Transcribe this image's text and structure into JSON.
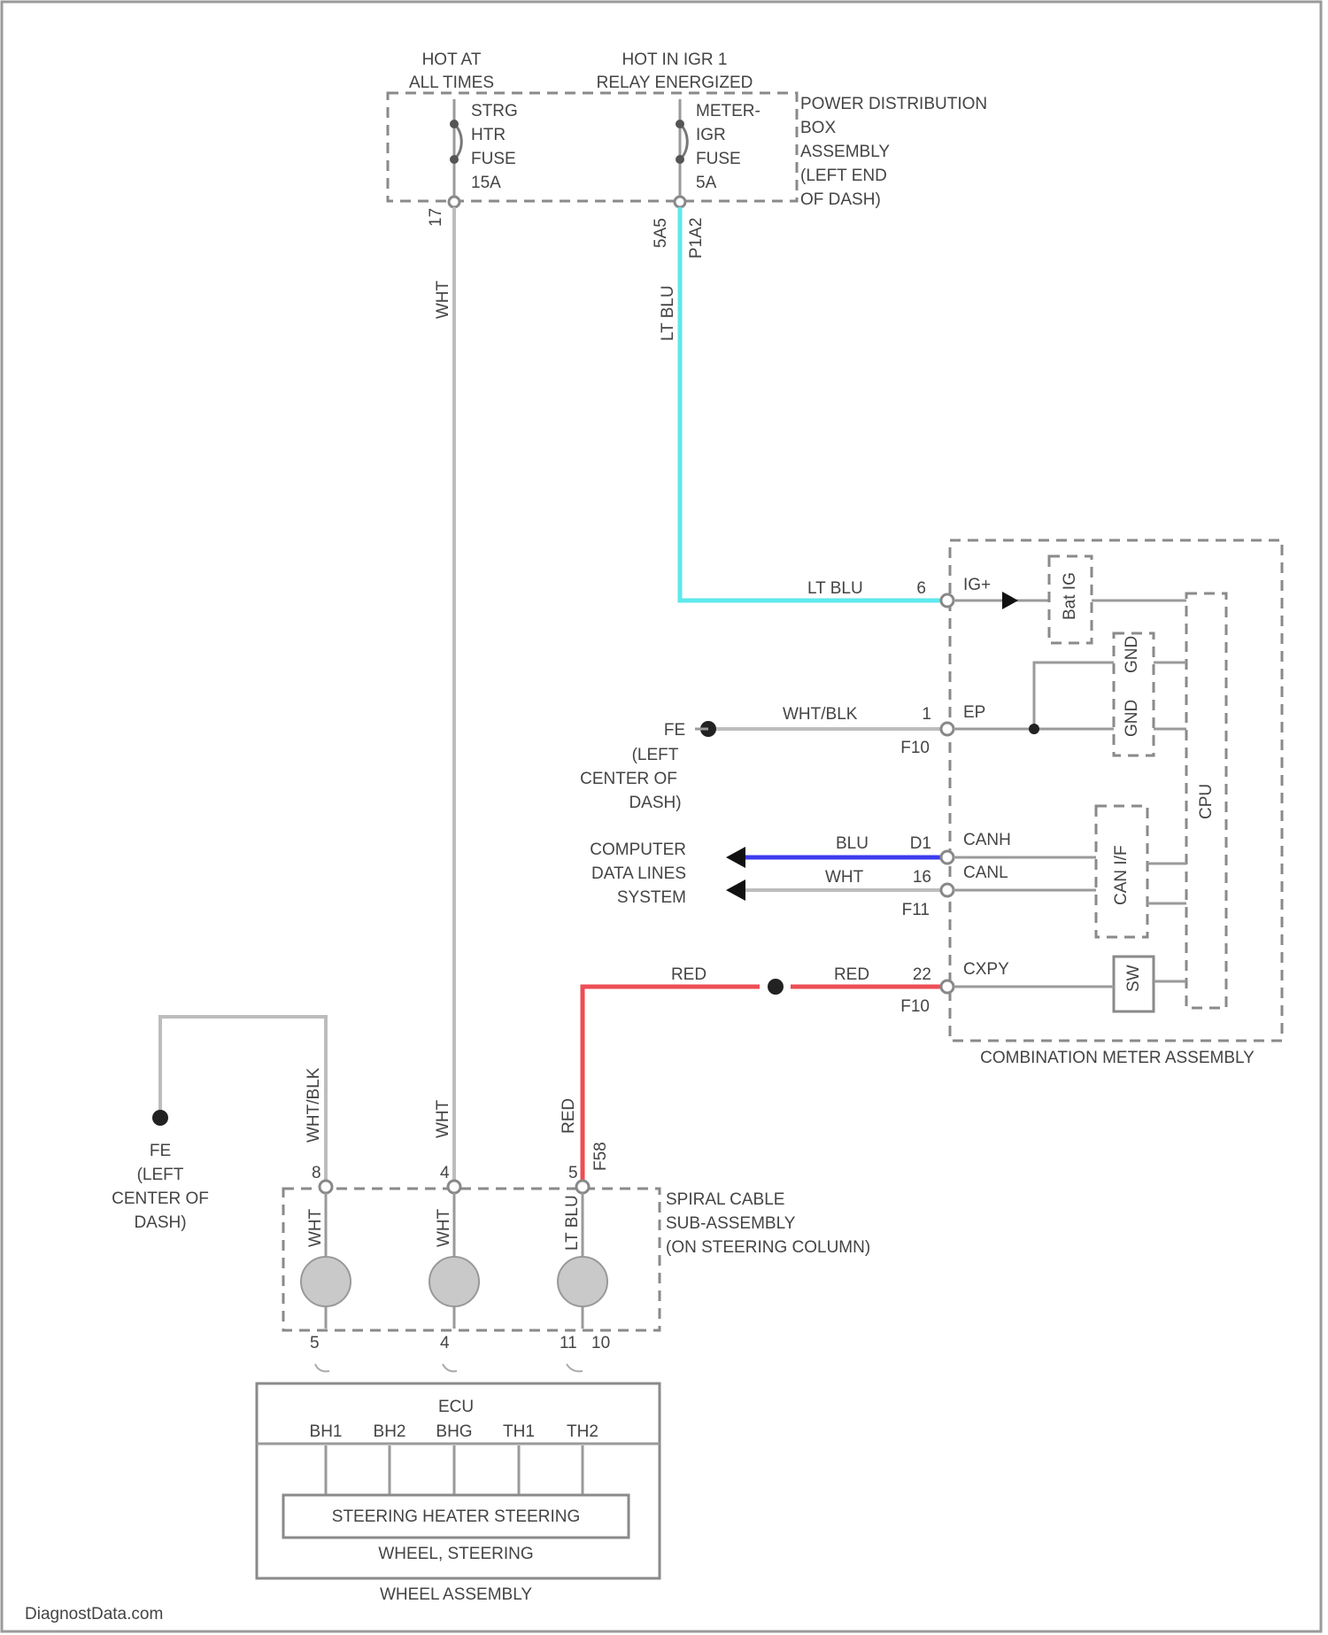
{
  "fuse_box": {
    "hot_at_all_times": [
      "HOT AT",
      "ALL TIMES"
    ],
    "hot_in_igr": [
      "HOT IN IGR 1",
      "RELAY ENERGIZED"
    ],
    "fuse1": [
      "STRG",
      "HTR",
      "FUSE",
      "15A"
    ],
    "fuse2": [
      "METER-",
      "IGR",
      "FUSE",
      "5A"
    ],
    "label": [
      "POWER DISTRIBUTION",
      "BOX",
      "ASSEMBLY",
      "(LEFT END",
      "OF DASH)"
    ],
    "pin1": "17",
    "pin2": "5A5",
    "connector2": "P1A2"
  },
  "wires": {
    "wht": "WHT",
    "lt_blu": "LT BLU",
    "wht_blk": "WHT/BLK",
    "blu": "BLU",
    "red": "RED"
  },
  "meter": {
    "pins": {
      "ig": "6",
      "ep": "1",
      "canh": "D1",
      "canl": "16",
      "cxpy": "22"
    },
    "terminals": [
      "IG+",
      "EP",
      "CANH",
      "CANL",
      "CXPY"
    ],
    "connectors": [
      "F10",
      "F11",
      "F10"
    ],
    "internal": {
      "reg": "Bat IG",
      "gnd": [
        "GND",
        "GND"
      ],
      "can_if": "CAN I/F",
      "cpu": "CPU",
      "sw": "SW"
    },
    "label": "COMBINATION METER ASSEMBLY"
  },
  "ground": {
    "name": "FE",
    "location": [
      "(LEFT",
      "CENTER OF",
      "DASH)"
    ]
  },
  "computer_data_lines": [
    "COMPUTER",
    "DATA LINES",
    "SYSTEM"
  ],
  "spiral": {
    "label": [
      "SPIRAL CABLE",
      "SUB-ASSEMBLY",
      "(ON STEERING COLUMN)"
    ],
    "pins_top": [
      "8",
      "4",
      "5"
    ],
    "connector": "F58",
    "coil_wires": [
      "WHT",
      "WHT",
      "LT BLU"
    ],
    "pins_bottom": [
      "5",
      "4",
      "11",
      "10"
    ]
  },
  "wheel": {
    "ecu": "ECU",
    "ecu_terminals": [
      "BH1",
      "BH2",
      "BHG",
      "TH1",
      "TH2"
    ],
    "heater": "STEERING HEATER STEERING",
    "steering": "WHEEL, STEERING",
    "assembly": "WHEEL ASSEMBLY"
  },
  "watermark": "DiagnostData.com",
  "colors": {
    "lt_blu": "#5ee8ec",
    "blu": "#3c3cee",
    "red": "#ee4e55",
    "wire": "#bdbdbd"
  }
}
